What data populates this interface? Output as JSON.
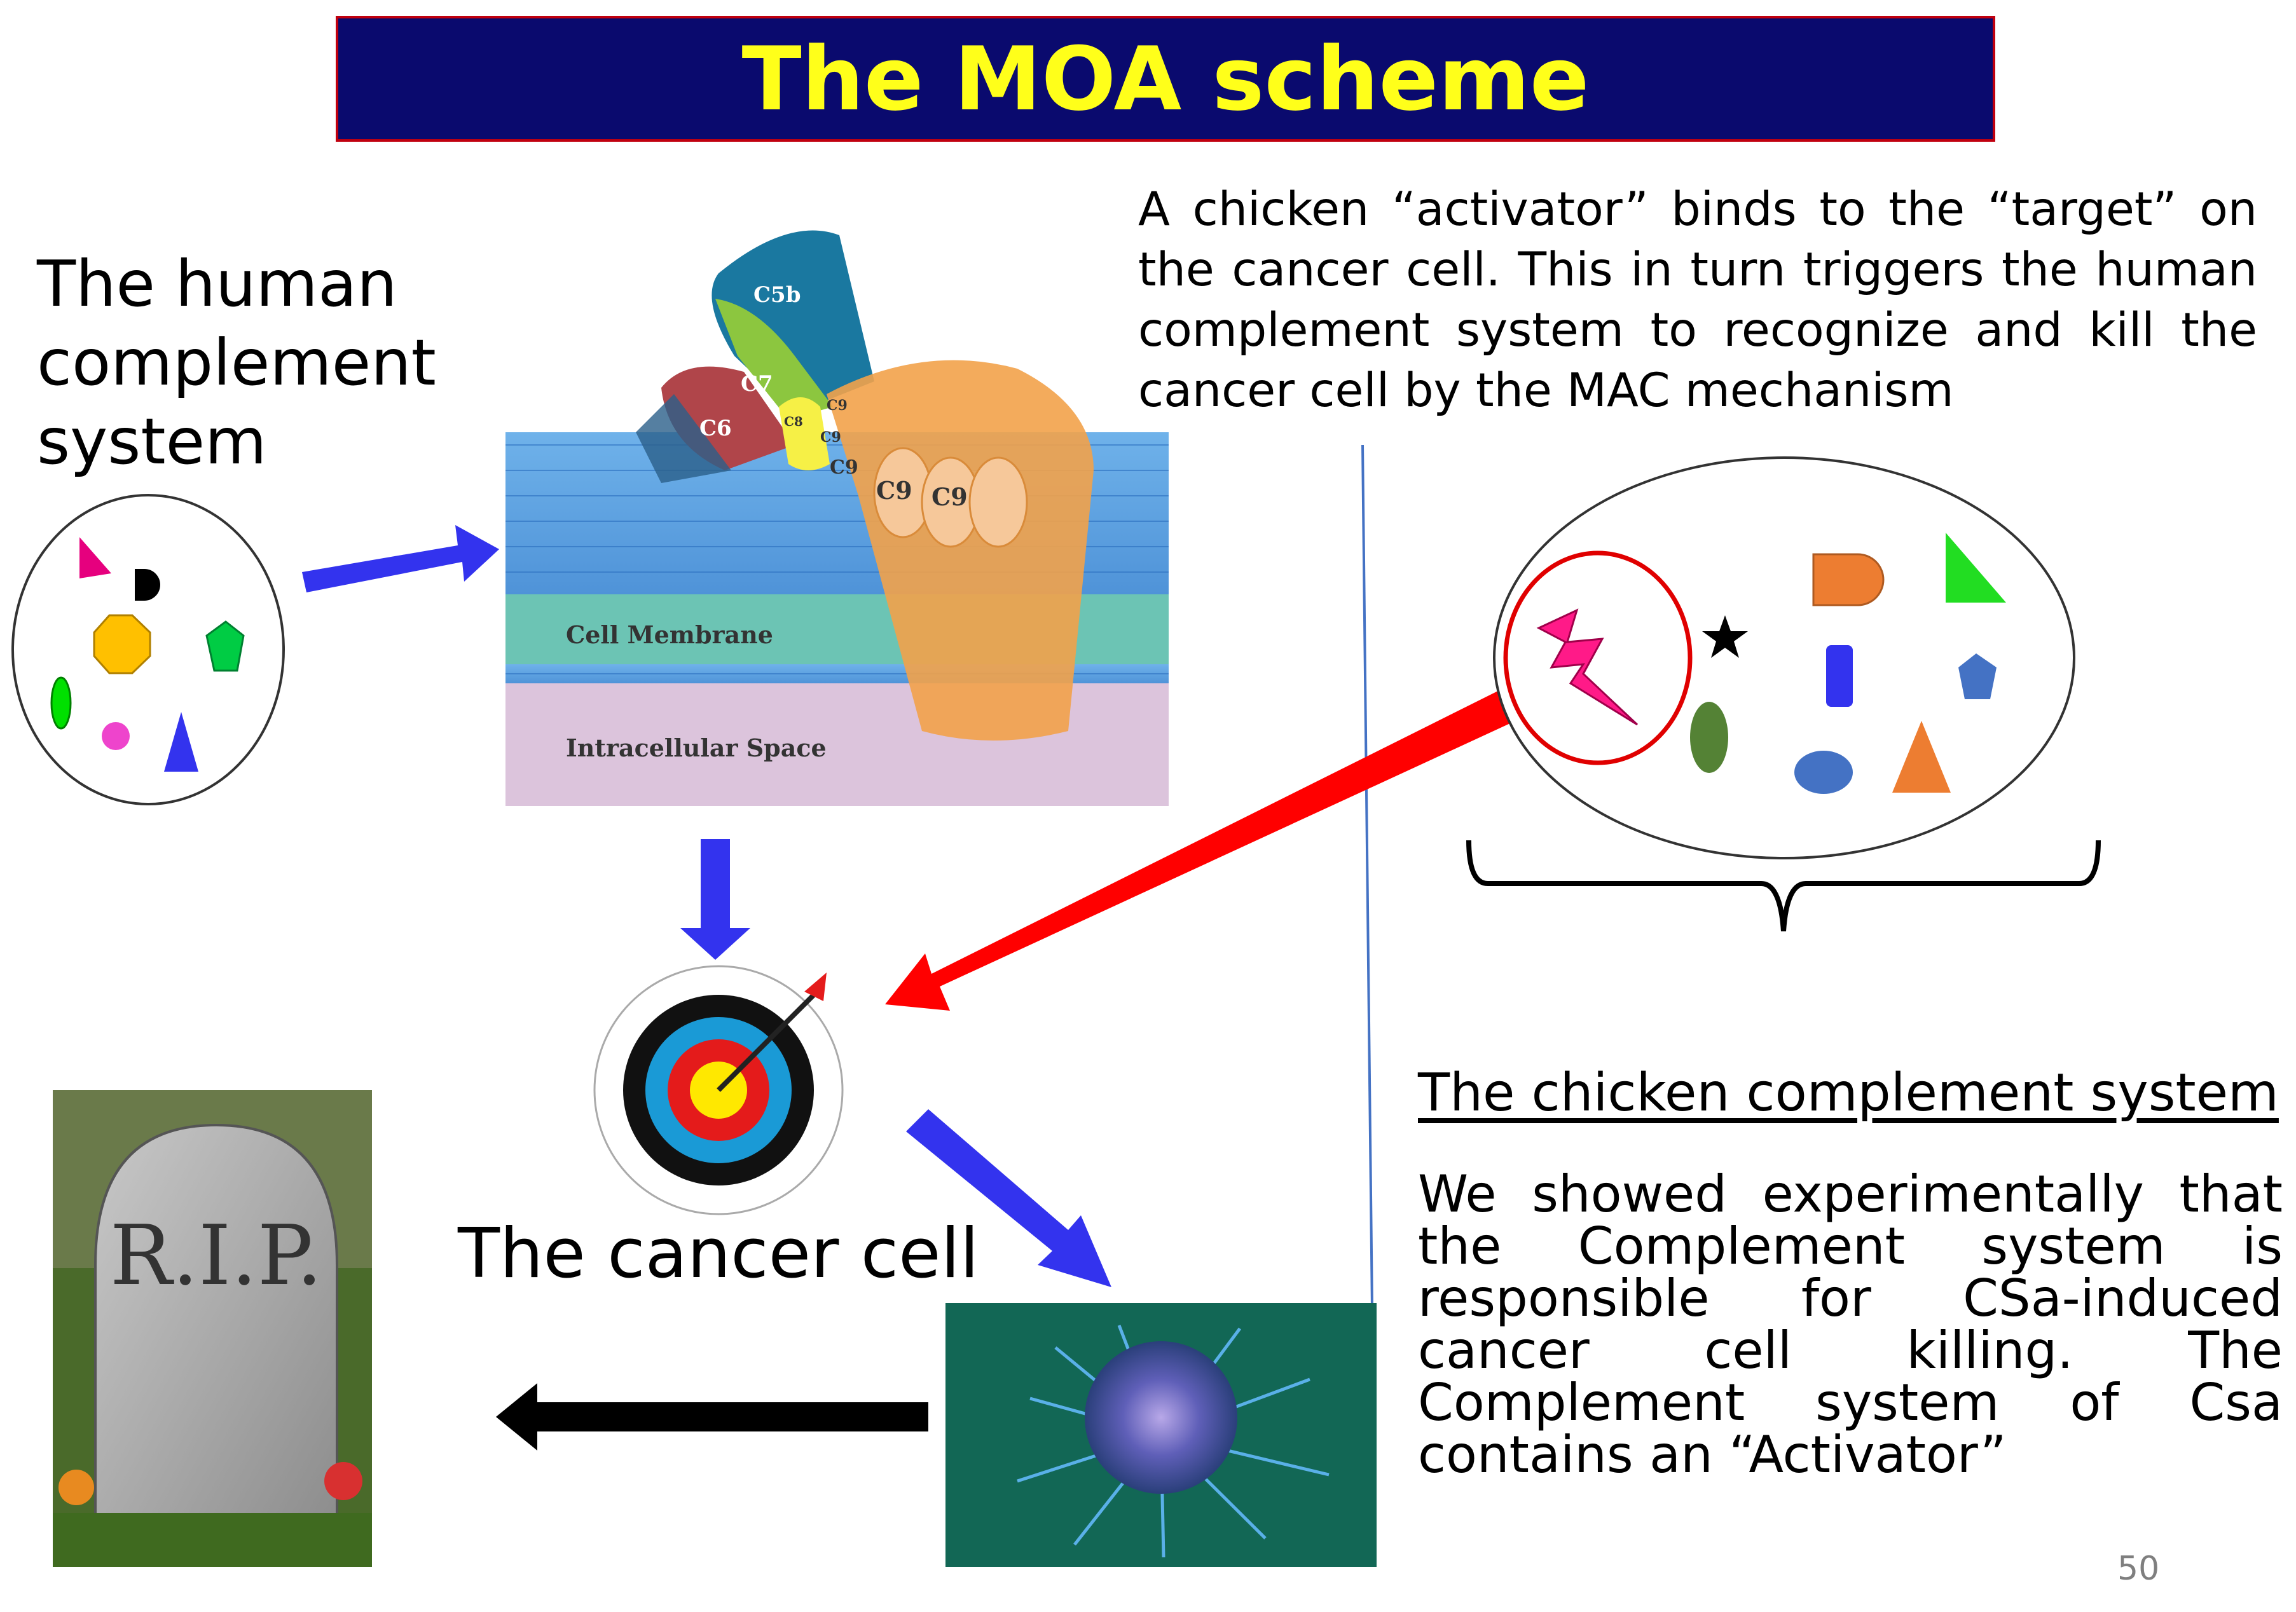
{
  "title": "The MOA scheme",
  "human_system_label": "The human complement system",
  "description": "A chicken “activator” binds to the “target” on the cancer cell. This in turn triggers the human complement system to recognize and kill the cancer cell by the MAC mechanism",
  "membrane_diagram": {
    "proteins": [
      "C5b",
      "C7",
      "C6",
      "C8",
      "C9",
      "C9",
      "C9",
      "C9",
      "C9"
    ],
    "cell_membrane_label": "Cell Membrane",
    "intracellular_label": "Intracellular Space"
  },
  "tombstone_text": "R.I.P.",
  "cancer_cell_label": "The cancer cell",
  "chicken_system": {
    "title": "The chicken complement system",
    "body": "We showed experimentally that the Complement system is responsible for CSa-induced cancer cell killing. The Complement system of Csa contains an “Activator”"
  },
  "page_number": "50",
  "colors": {
    "title_background": "#0a0a6e",
    "title_text": "#ffff1a",
    "arrow_blue": "#3333ee",
    "arrow_red": "#ff0000",
    "arrow_black": "#000000"
  }
}
